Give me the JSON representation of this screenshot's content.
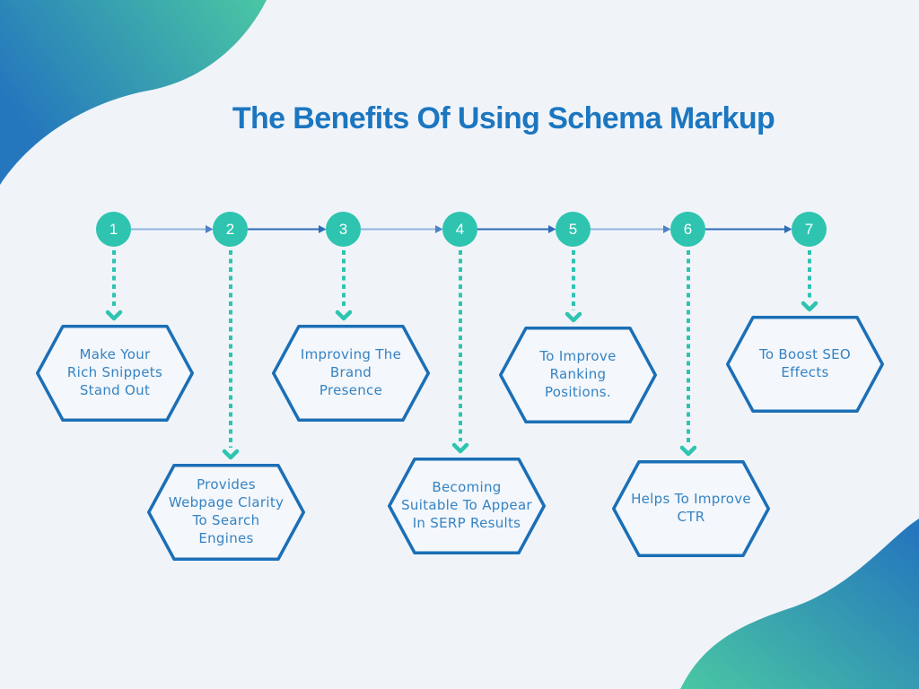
{
  "title": "The Benefits Of Using Schema Markup",
  "steps": [
    {
      "number": "1",
      "label": "Make Your\nRich Snippets\nStand Out"
    },
    {
      "number": "2",
      "label": "Provides\nWebpage Clarity\nTo Search\nEngines"
    },
    {
      "number": "3",
      "label": "Improving The\nBrand\nPresence"
    },
    {
      "number": "4",
      "label": "Becoming\nSuitable To Appear\nIn SERP Results"
    },
    {
      "number": "5",
      "label": "To Improve\nRanking\nPositions."
    },
    {
      "number": "6",
      "label": "Helps To Improve\nCTR"
    },
    {
      "number": "7",
      "label": "To Boost SEO\nEffects"
    }
  ],
  "colors": {
    "background": "#f0f4f9",
    "title_blue": "#1c76c0",
    "hexagon_border_blue": "#1b6fb6",
    "hexagon_fill": "#f4f7fb",
    "hexagon_text_blue": "#3583c3",
    "circle_teal": "#2ec4b0",
    "dotted_arrow_teal": "#2ec4b0",
    "connector_light_blue": "#93b5db",
    "connector_dark_blue": "#2d6cb7",
    "wave_gradient_blue": "#2577bd",
    "wave_gradient_teal": "#4ac7a3"
  }
}
